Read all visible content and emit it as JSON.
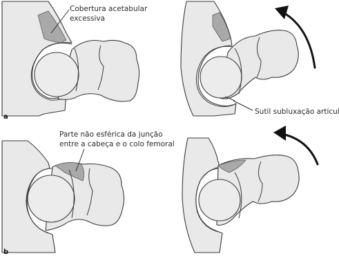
{
  "panels": {
    "a": {
      "letter": "a",
      "label_top_line1": "Cobertura acetabular",
      "label_top_line2": "excessiva",
      "label_side": "Sutil subluxação articular"
    },
    "b": {
      "letter": "b",
      "label_top_line1": "Parte não esférica da junção",
      "label_top_line2": "entre a cabeça e o colo femoral"
    }
  },
  "colors": {
    "bone_fill": "#e9e9e9",
    "highlight": "#a9a9a9",
    "outline": "#3a3a3a",
    "arrow": "#111111"
  }
}
